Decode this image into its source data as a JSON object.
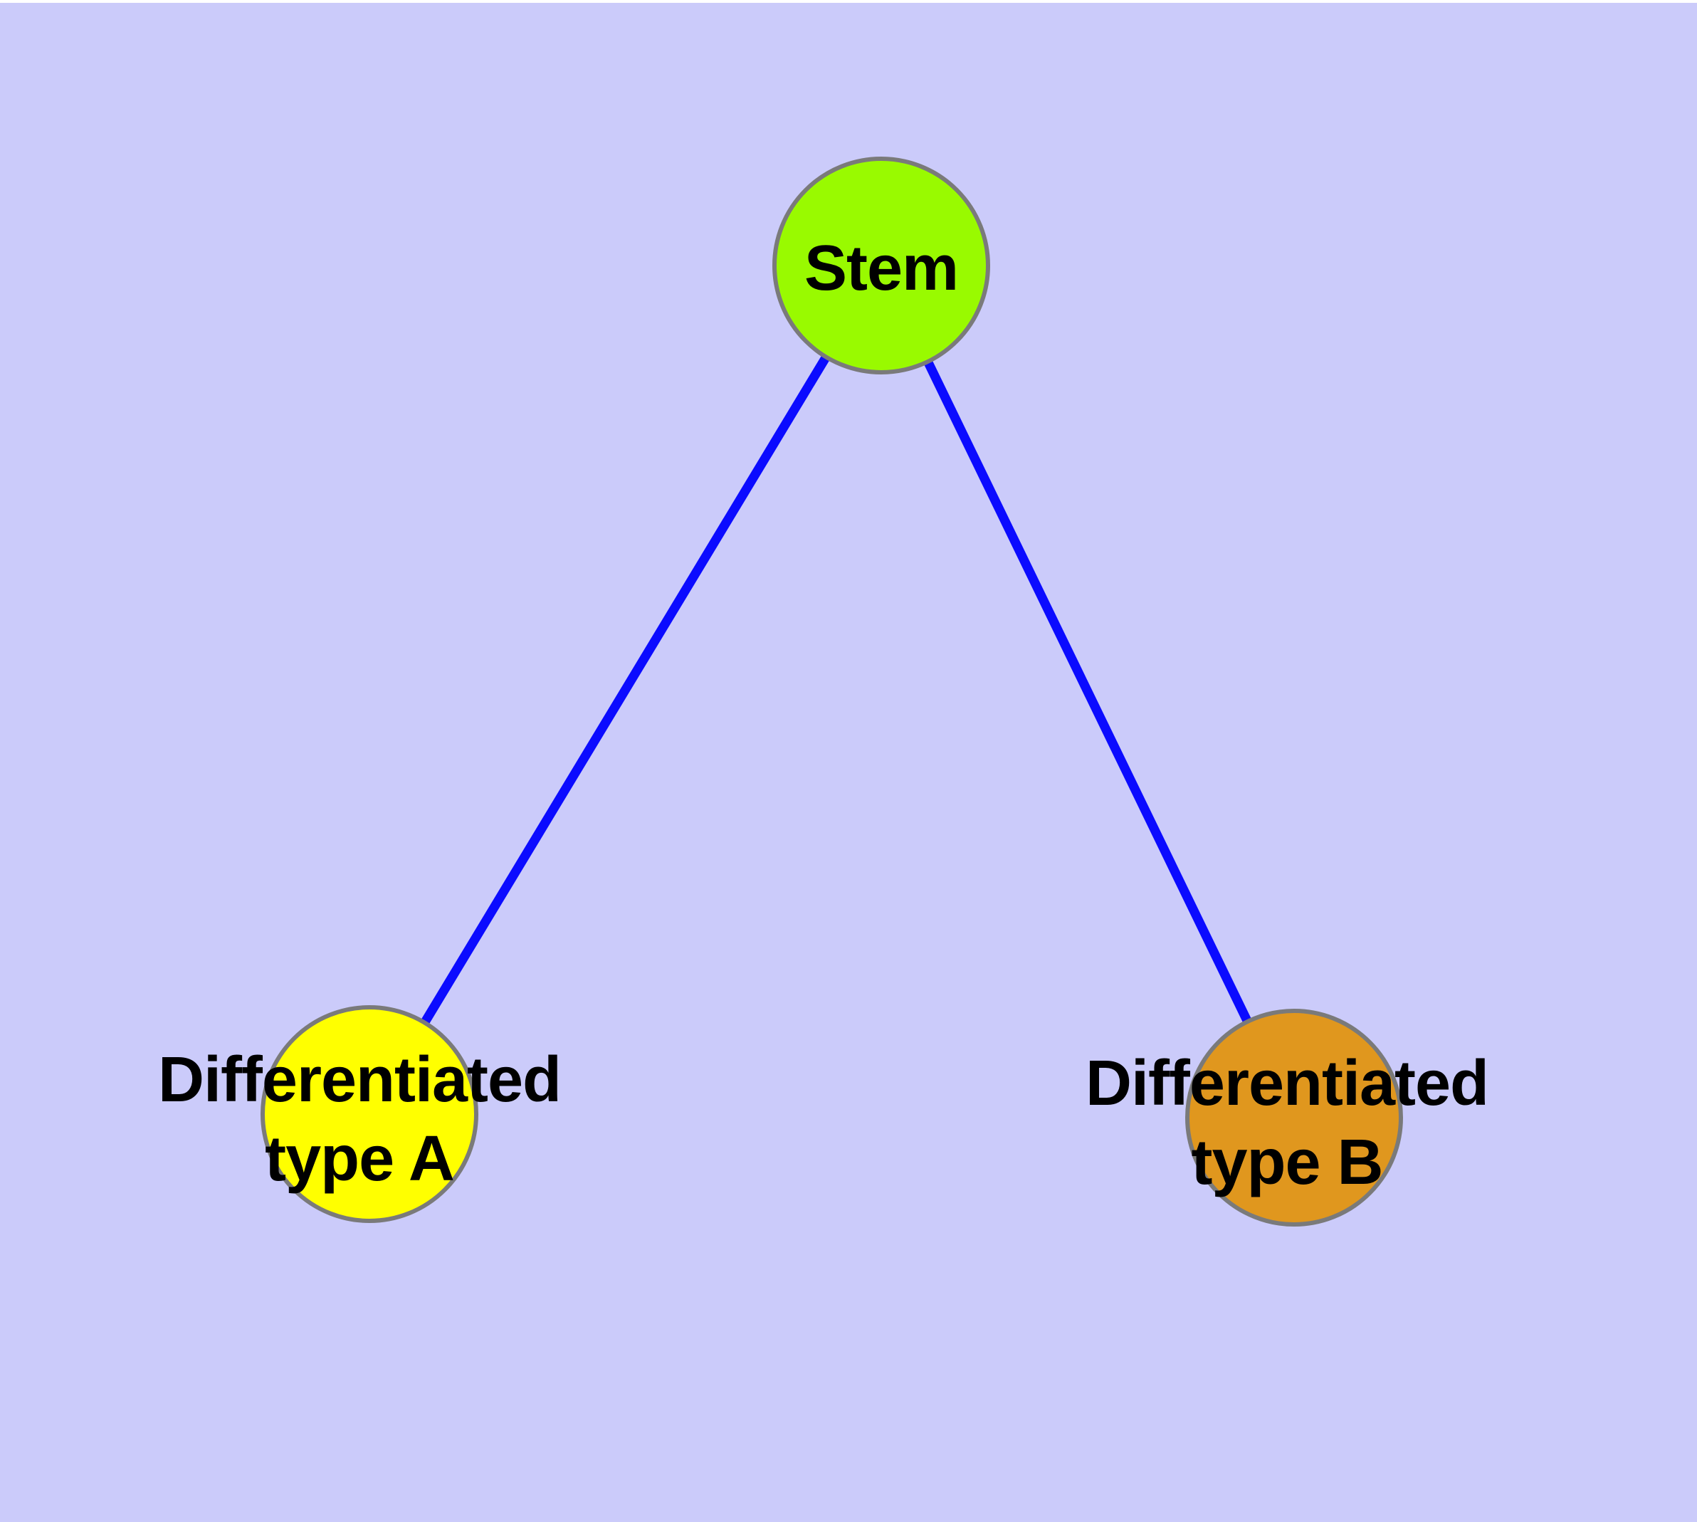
{
  "diagram": {
    "type": "node-link-graph",
    "background_color": "#CBCBFA",
    "top_margin_color": "#FFFFFF",
    "node_border_color": "#7A7A7A",
    "edge_color": "#0B0BFF",
    "label_color": "#000000",
    "nodes": [
      {
        "id": "stem",
        "label": "Stem",
        "fill": "#99FA00"
      },
      {
        "id": "differentiated-type-a",
        "label_line1": "Differentiated",
        "label_line2": "type A",
        "fill": "#FFFF00"
      },
      {
        "id": "differentiated-type-b",
        "label_line1": "Differentiated",
        "label_line2": "type B",
        "fill": "#E0971E"
      }
    ],
    "edges": [
      {
        "from": "Stem",
        "to": "Differentiated type A"
      },
      {
        "from": "Stem",
        "to": "Differentiated type B"
      }
    ]
  }
}
